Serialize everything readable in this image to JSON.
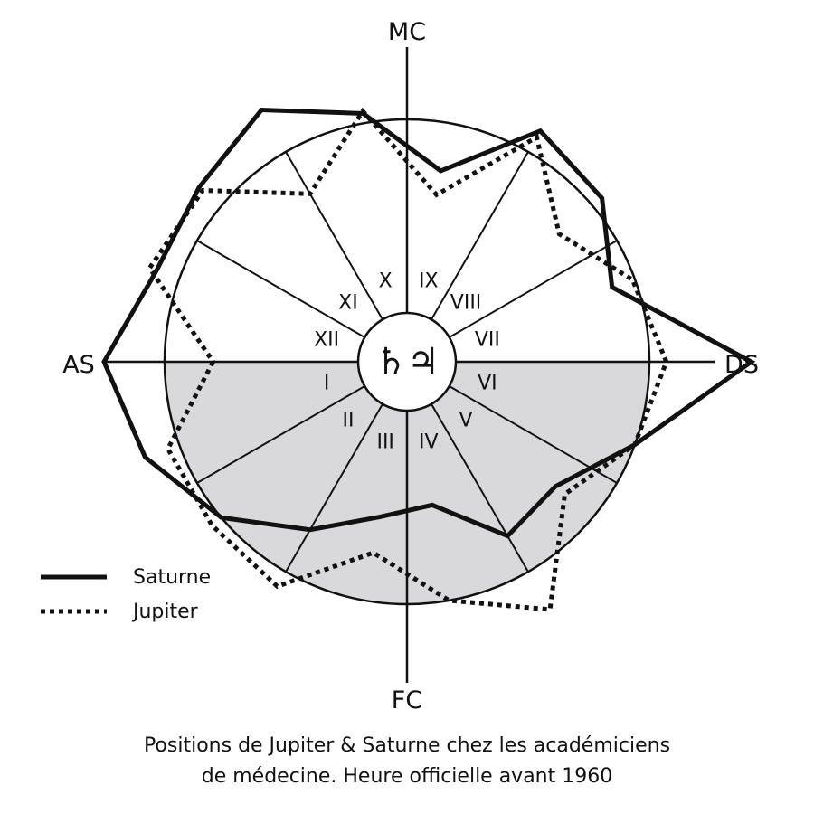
{
  "chart_data": {
    "type": "radar",
    "axes": {
      "top": "MC",
      "bottom": "FC",
      "left": "AS",
      "right": "DS"
    },
    "houses": [
      "I",
      "II",
      "III",
      "IV",
      "V",
      "VI",
      "VII",
      "VIII",
      "IX",
      "X",
      "XI",
      "XII"
    ],
    "center_glyphs": "♄♃",
    "series": [
      {
        "name": "Saturne",
        "style": "solid",
        "color": "#111111",
        "radial_values": [
          1.25,
          1.15,
          1.0,
          0.8,
          0.65,
          0.6,
          0.83,
          0.8,
          1.0,
          1.42,
          0.9,
          1.05,
          1.1,
          0.8,
          1.04,
          1.2,
          1.12,
          1.1
        ]
      },
      {
        "name": "Jupiter",
        "style": "dotted",
        "color": "#111111",
        "radial_values": [
          0.8,
          1.05,
          1.05,
          1.07,
          0.8,
          1.0,
          1.18,
          0.85,
          1.0,
          1.07,
          0.99,
          0.82,
          1.07,
          0.7,
          1.05,
          0.8,
          1.1,
          1.13
        ]
      }
    ],
    "legend": {
      "position": "bottom-left",
      "items": [
        "Saturne",
        "Jupiter"
      ]
    },
    "caption": [
      "Positions de Jupiter & Saturne chez les académiciens",
      "de médecine. Heure officielle avant 1960"
    ],
    "lower_half_shaded": true,
    "shade_color": "#d9d9db"
  }
}
